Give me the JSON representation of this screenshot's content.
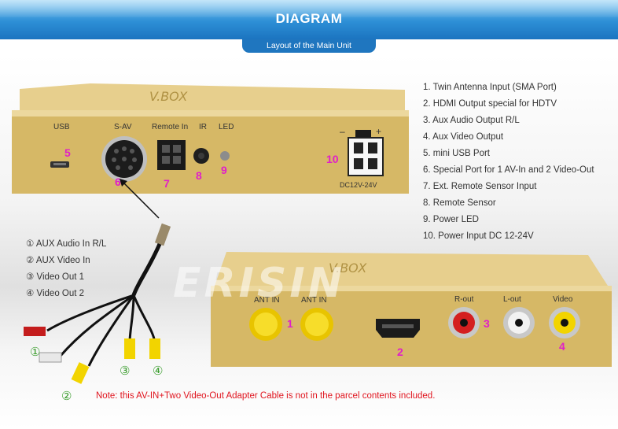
{
  "header": {
    "title": "DIAGRAM",
    "subtitle": "Layout of the Main Unit"
  },
  "top_unit": {
    "labels": {
      "usb": "USB",
      "sav": "S-AV",
      "remote_in": "Remote In",
      "ir": "IR",
      "led": "LED",
      "power_rating": "DC12V-24V",
      "plus": "+",
      "minus": "–"
    },
    "markers": [
      "5",
      "6",
      "7",
      "8",
      "9",
      "10"
    ]
  },
  "features": [
    "1. Twin Antenna Input (SMA Port)",
    "2. HDMI Output special for HDTV",
    "3. Aux Audio Output R/L",
    "4. Aux Video Output",
    "5. mini USB Port",
    "6. Special Port for 1 AV-In and 2 Video-Out",
    "7. Ext. Remote Sensor Input",
    "8. Remote Sensor",
    "9. Power LED",
    "10. Power Input DC 12-24V"
  ],
  "cable": {
    "items": [
      "① AUX Audio In R/L",
      "② AUX Video In",
      "③ Video Out 1",
      "④ Video Out 2"
    ],
    "markers": [
      "①",
      "②",
      "③",
      "④"
    ]
  },
  "bottom_unit": {
    "labels": {
      "ant_in_1": "ANT IN",
      "ant_in_2": "ANT IN",
      "r_out": "R-out",
      "l_out": "L-out",
      "video": "Video"
    },
    "markers": [
      "1",
      "2",
      "3",
      "4"
    ]
  },
  "watermark": "ERISIN",
  "note": "Note: this AV-IN+Two Video-Out Adapter Cable is not in the parcel contents included.",
  "colors": {
    "header_blue": "#2d8fd6",
    "accent_magenta": "#e01fc8",
    "note_red": "#e0141e",
    "unit_gold": "#d4b56a",
    "rca_yellow": "#f2d400",
    "rca_red": "#d41f1f",
    "rca_white": "#f2f2f2"
  },
  "icons": [
    "usb-port-icon",
    "sav-port-icon",
    "remote-port-icon",
    "ir-sensor-icon",
    "led-icon",
    "power-port-icon",
    "sma-connector-icon",
    "hdmi-port-icon",
    "rca-jack-icon",
    "adapter-cable-icon"
  ]
}
